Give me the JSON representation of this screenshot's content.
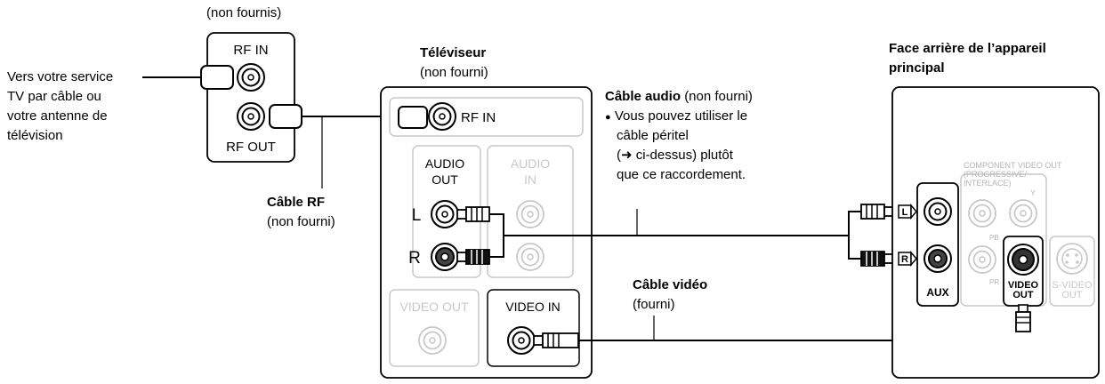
{
  "splitter": {
    "caption": "(non fournis)",
    "rf_in": "RF IN",
    "rf_out": "RF OUT"
  },
  "source": {
    "lines": [
      "Vers votre service",
      "TV par câble ou",
      "votre antenne de",
      "télévision"
    ]
  },
  "rf_cable": {
    "title": "Câble RF",
    "note": "(non fourni)"
  },
  "tv": {
    "title": "Téléviseur",
    "note": "(non fourni)",
    "rf_in": "RF IN",
    "audio_out": [
      "AUDIO",
      "OUT"
    ],
    "audio_in": [
      "AUDIO",
      "IN"
    ],
    "left": "L",
    "right": "R",
    "video_out": "VIDEO OUT",
    "video_in": "VIDEO IN"
  },
  "audio_cable": {
    "title": "Câble audio",
    "note": "(non fourni)",
    "bullet": "●",
    "tip_lines": [
      "Vous pouvez utiliser le",
      "câble péritel",
      "(➜ ci-dessus) plutôt",
      "que ce raccordement."
    ]
  },
  "video_cable": {
    "title": "Câble vidéo",
    "note": "(fourni)"
  },
  "unit": {
    "title_lines": [
      "Face arrière de l’appareil",
      "principal"
    ],
    "component_lines": [
      "COMPONENT VIDEO OUT",
      "(PROGRESSIVE/",
      "INTERLACE)"
    ],
    "y": "Y",
    "pb": "PB",
    "pr": "PR",
    "l_mark": "L",
    "r_mark": "R",
    "aux": "AUX",
    "video_out_lines": [
      "VIDEO",
      "OUT"
    ],
    "svideo_lines": [
      "S-VIDEO",
      "OUT"
    ]
  }
}
